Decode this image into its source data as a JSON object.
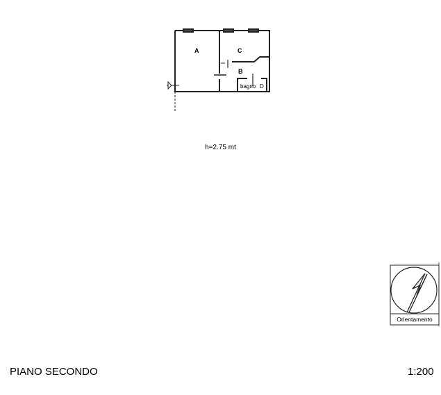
{
  "plan": {
    "rooms": [
      "A",
      "C",
      "B",
      "bagno",
      "D"
    ]
  },
  "height_note": "h=2.75 mt",
  "compass": {
    "label": "Orientamento"
  },
  "footer": {
    "floor_title": "PIANO SECONDO",
    "scale": "1:200"
  }
}
